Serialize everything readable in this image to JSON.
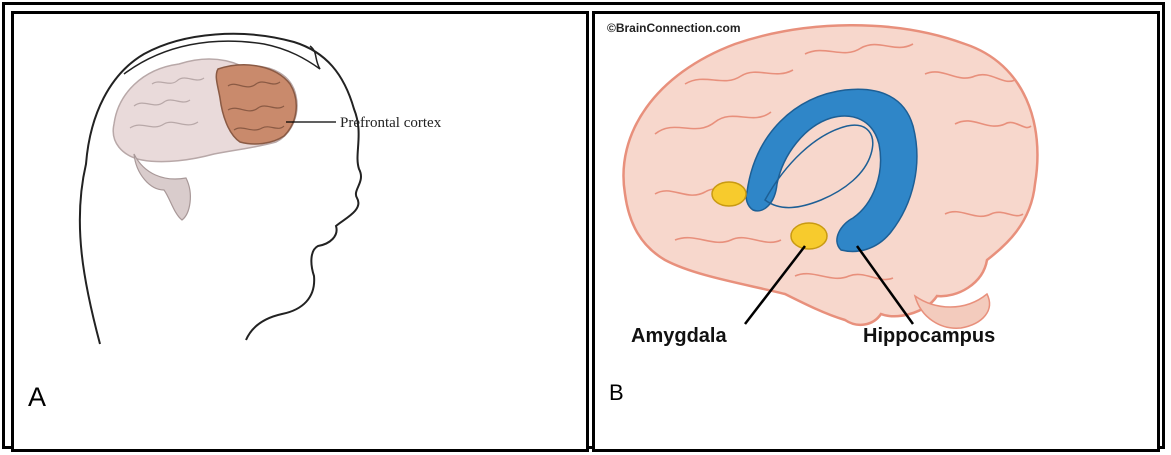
{
  "panels": [
    {
      "letter": "A",
      "structures": [
        {
          "label": "Prefrontal cortex"
        }
      ]
    },
    {
      "letter": "B",
      "copyright": "©BrainConnection.com",
      "structures": [
        {
          "label": "Amygdala"
        },
        {
          "label": "Hippocampus"
        }
      ]
    }
  ],
  "colors": {
    "brain_gray": "#e9dada",
    "prefrontal": "#c98a6c",
    "brain_pink": "#f7d7cc",
    "brain_outline": "#e8907c",
    "hippocampus_blue": "#2f86c8",
    "amygdala_yellow": "#f7cb2d"
  }
}
